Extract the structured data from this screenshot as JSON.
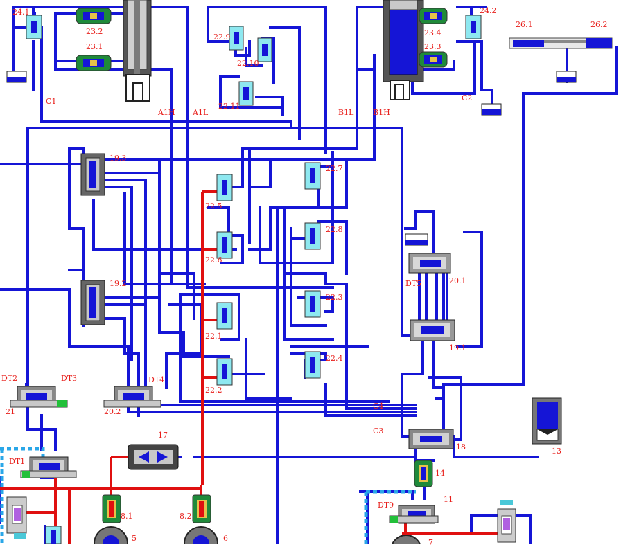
{
  "labels": {
    "v24_1": "24.1",
    "v23_2": "23.2",
    "v23_1": "23.1",
    "v22_9": "22.9",
    "v22_10": "22.10",
    "v22_11": "22.11",
    "v23_4": "23.4",
    "v23_3": "23.3",
    "v24_2": "24.2",
    "c26_1": "26.1",
    "c26_2": "26.2",
    "c1": "C1",
    "c2": "C2",
    "a1h": "A1H",
    "a1l": "A1L",
    "b1l": "B1L",
    "b1h": "B1H",
    "v19_3": "19.3",
    "v22_7": "22.7",
    "v22_5": "22.5",
    "v22_8": "22.8",
    "v22_6": "22.6",
    "v19_2": "19.2",
    "v22_3": "22.3",
    "v22_1": "22.1",
    "v22_4": "22.4",
    "v22_2": "22.2",
    "dt5": "DT5",
    "v20_1": "20.1",
    "v19_1": "19.1",
    "dt2": "DT2",
    "dt3": "DT3",
    "dt4": "DT4",
    "v21": "21",
    "v20_2": "20.2",
    "c4": "C4",
    "c3": "C3",
    "v18": "18",
    "v17": "17",
    "v13": "13",
    "dt1": "DT1",
    "v14": "14",
    "dt9": "DT9",
    "v11": "11",
    "v8_1": "8.1",
    "v8_2": "8.2",
    "v5": "5",
    "v6": "6",
    "v7": "7"
  },
  "colors": {
    "pipe": "#1515d6",
    "pressure": "#e01010",
    "pilot": "#2aa7e8",
    "label": "#e8201c",
    "valve_green": "#1f8a3a"
  },
  "components": {
    "check_valves": [
      "22.1",
      "22.2",
      "22.3",
      "22.4",
      "22.5",
      "22.6",
      "22.7",
      "22.8",
      "22.9",
      "22.10",
      "22.11",
      "24.1",
      "24.2"
    ],
    "directional_valves": [
      "19.1",
      "19.2",
      "19.3",
      "20.1",
      "20.2",
      "21",
      "18",
      "17",
      "11",
      "DT1"
    ],
    "cylinders": [
      "A1",
      "B1",
      "13",
      "26"
    ],
    "pumps": [
      "5",
      "6",
      "7"
    ]
  }
}
